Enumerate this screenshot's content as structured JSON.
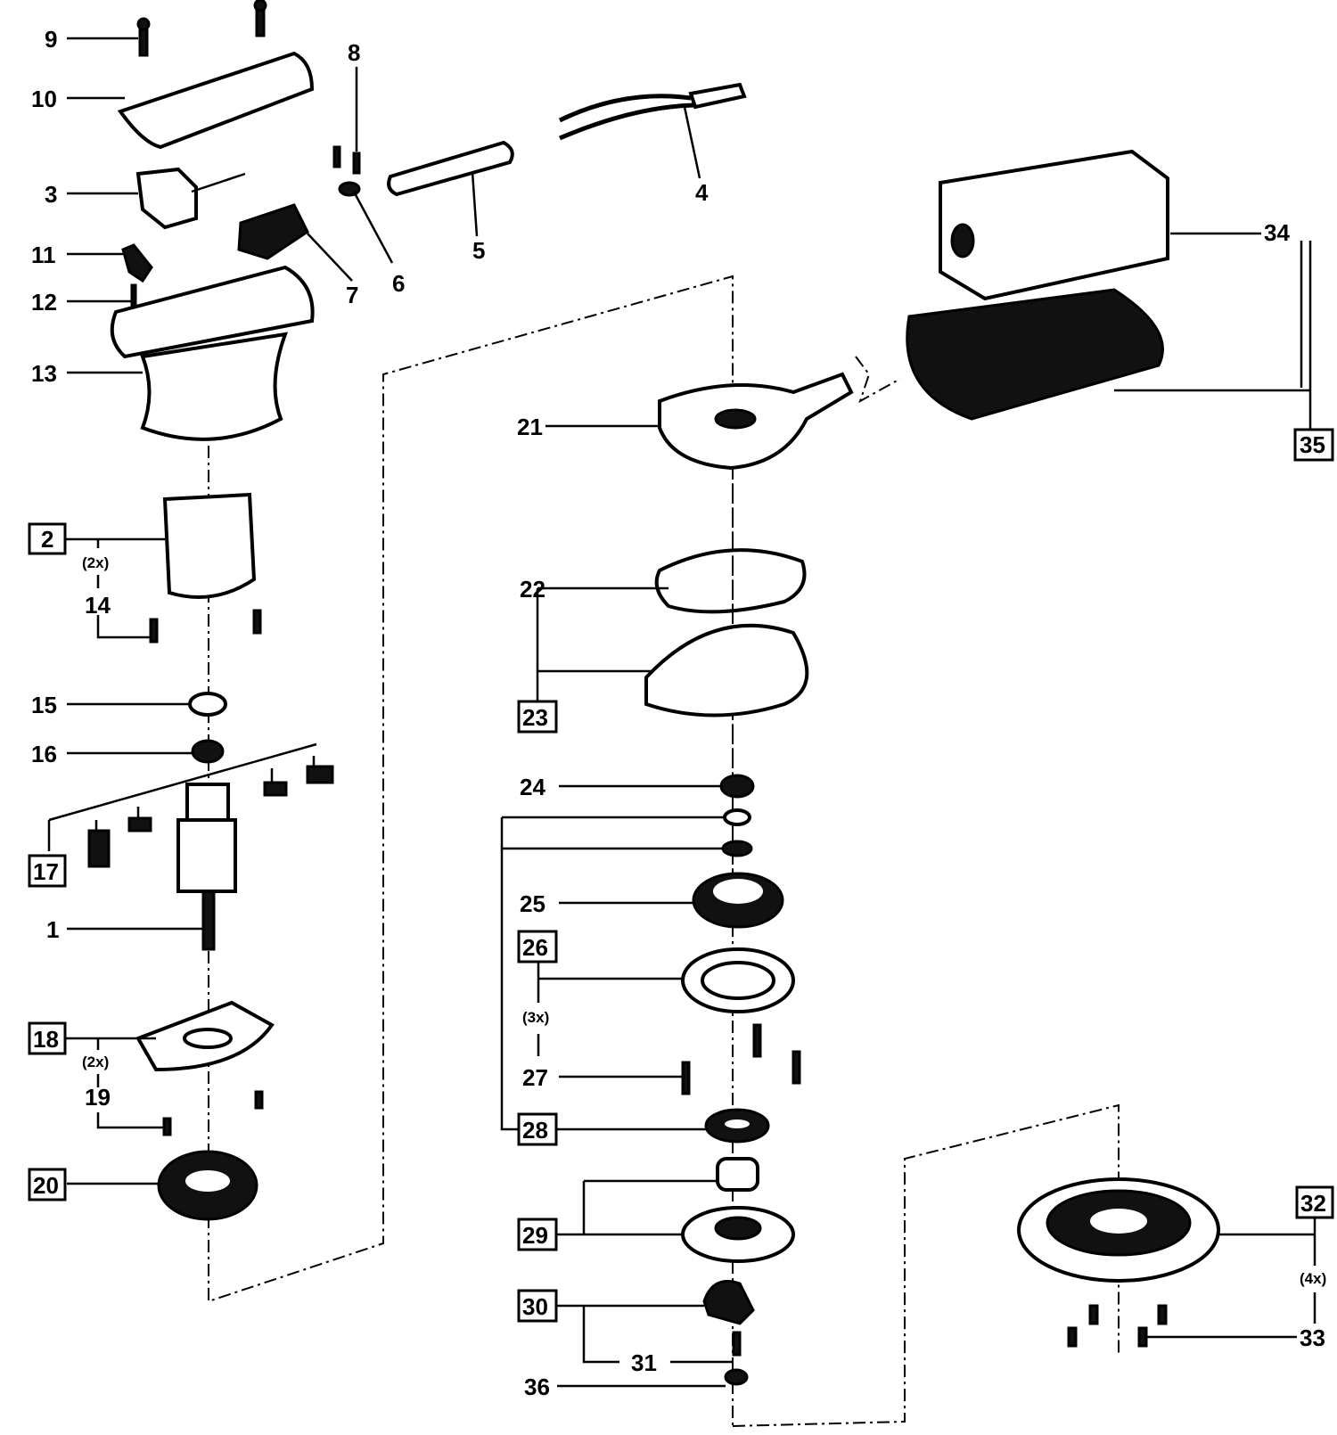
{
  "diagram": {
    "type": "exploded-parts-view",
    "labels": {
      "p1": "1",
      "p2": "2",
      "p3": "3",
      "p4": "4",
      "p5": "5",
      "p6": "6",
      "p7": "7",
      "p8": "8",
      "p9": "9",
      "p10": "10",
      "p11": "11",
      "p12": "12",
      "p13": "13",
      "p14": "14",
      "p15": "15",
      "p16": "16",
      "p17": "17",
      "p18": "18",
      "p19": "19",
      "p20": "20",
      "p21": "21",
      "p22": "22",
      "p23": "23",
      "p24": "24",
      "p25": "25",
      "p26": "26",
      "p27": "27",
      "p28": "28",
      "p29": "29",
      "p30": "30",
      "p31": "31",
      "p32": "32",
      "p33": "33",
      "p34": "34",
      "p35": "35",
      "p36": "36"
    },
    "quantities": {
      "q14": "(2x)",
      "q19": "(2x)",
      "q27": "(3x)",
      "q33": "(4x)"
    },
    "boxed_labels": [
      "2",
      "17",
      "18",
      "20",
      "23",
      "26",
      "28",
      "29",
      "30",
      "32",
      "35"
    ]
  }
}
